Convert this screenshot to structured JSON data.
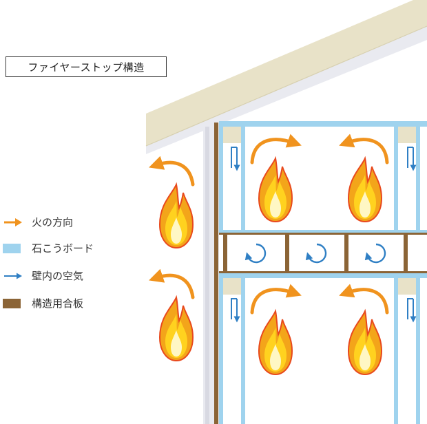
{
  "title": "ファイヤーストップ構造",
  "legend": [
    {
      "key": "fire",
      "label": "火の方向",
      "color": "#f0931e"
    },
    {
      "key": "board",
      "label": "石こうボード",
      "color": "#9fd3ee"
    },
    {
      "key": "air",
      "label": "壁内の空気",
      "color": "#2f7fc4"
    },
    {
      "key": "plywood",
      "label": "構造用合板",
      "color": "#8b6436"
    }
  ],
  "colors": {
    "roof": "#e8e2c8",
    "roof_edge": "#d7d0b0",
    "wall_outer": "#e9eaf0",
    "flame_outer": "#f3a51a",
    "flame_mid": "#ffd21f",
    "flame_inner": "#fff7c4",
    "flame_edge": "#e8491d"
  }
}
